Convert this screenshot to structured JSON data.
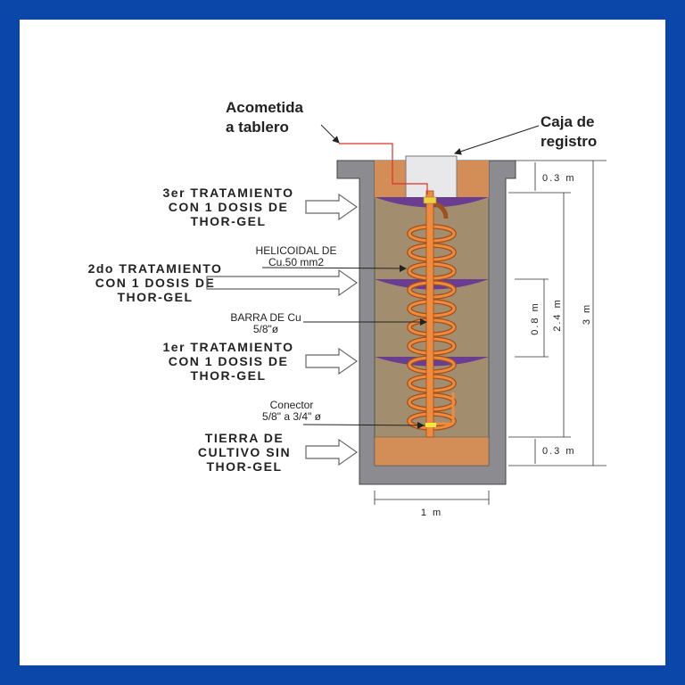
{
  "labels": {
    "acometida": [
      "Acometida",
      "a tablero"
    ],
    "caja": [
      "Caja de",
      "registro"
    ],
    "tratamiento3": [
      "3er  TRATAMIENTO",
      "CON 1 DOSIS DE",
      "THOR-GEL"
    ],
    "tratamiento2": [
      "2do  TRATAMIENTO",
      "CON 1 DOSIS DE",
      "THOR-GEL"
    ],
    "tratamiento1": [
      "1er  TRATAMIENTO",
      "CON 1 DOSIS DE",
      "THOR-GEL"
    ],
    "tierra": [
      "TIERRA DE",
      "CULTIVO SIN",
      "THOR-GEL"
    ],
    "helicoidal": [
      "HELICOIDAL DE",
      "Cu.50 mm2"
    ],
    "barra": [
      "BARRA DE Cu",
      "5/8\"ø"
    ],
    "conector": [
      "Conector",
      "5/8\" a 3/4\" ø"
    ]
  },
  "dimensions": {
    "top": "0.3 m",
    "mid": "2.4 m",
    "spacing": "0.8 m",
    "total": "3 m",
    "bottom": "0.3 m",
    "width": "1 m"
  },
  "colors": {
    "border": "#0a47a8",
    "wall": "#8c8c90",
    "soil": "#a28d6e",
    "orange": "#d38e58",
    "gel": "#6a3d91",
    "copper": "#f08a3c"
  }
}
